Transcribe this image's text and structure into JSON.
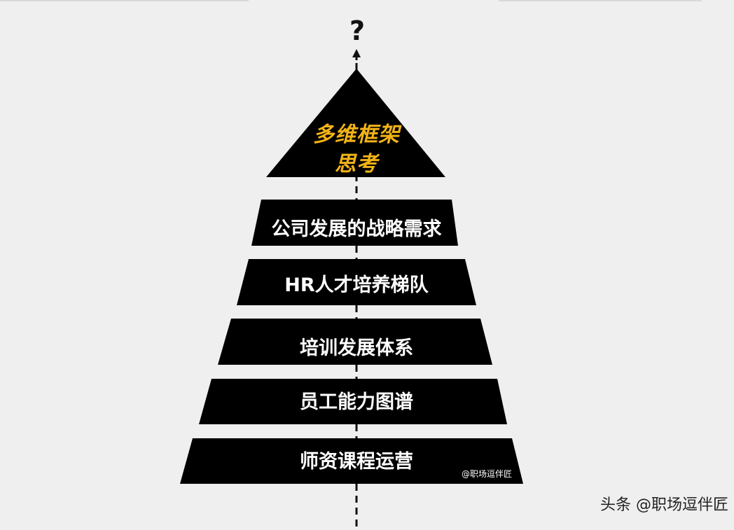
{
  "top_symbol": "?",
  "apex": {
    "line1": "多维框架",
    "line2": "思考"
  },
  "tiers": [
    "公司发展的战略需求",
    "HR人才培养梯队",
    "培训发展体系",
    "员工能力图谱",
    "师资课程运营"
  ],
  "watermark_inner": "@职场逗伴匠",
  "watermark_footer": "头条 @职场逗伴匠",
  "colors": {
    "background": "#efefef",
    "shape_fill": "#000000",
    "tier_text": "#ffffff",
    "apex_text": "#f2b315"
  }
}
